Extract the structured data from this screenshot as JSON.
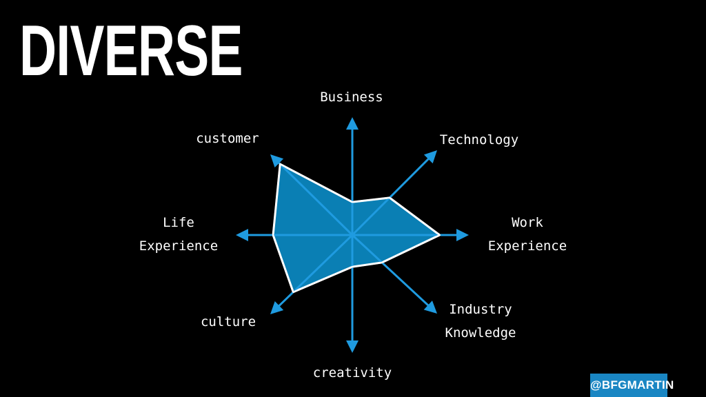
{
  "slide": {
    "title": "DIVERSE",
    "handle": "@BFGMARTIN"
  },
  "diagram": {
    "type": "radar",
    "axes": [
      {
        "label": "Business",
        "value": 0.28
      },
      {
        "label": "Technology",
        "value": 0.44
      },
      {
        "label": "Work Experience",
        "value": 0.75
      },
      {
        "label": "Industry Knowledge",
        "value": 0.35
      },
      {
        "label": "creativity",
        "value": 0.27
      },
      {
        "label": "culture",
        "value": 0.72
      },
      {
        "label": "Life Experience",
        "value": 0.68
      },
      {
        "label": "customer",
        "value": 0.88
      }
    ],
    "colors": {
      "fill": "#0a7fb4",
      "outline": "#ffffff",
      "axis": "#1f9be0",
      "background": "#000000"
    }
  }
}
